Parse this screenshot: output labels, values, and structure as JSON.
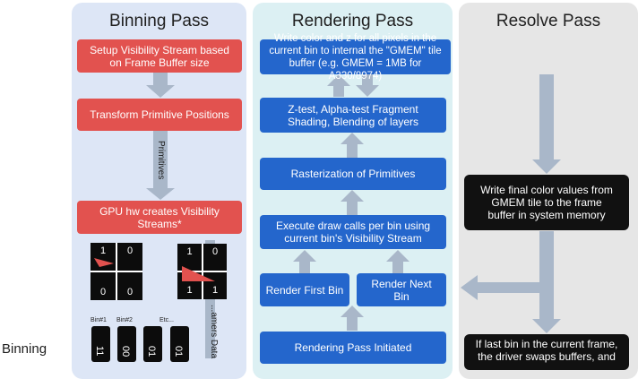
{
  "columns": {
    "binning": "Binning Pass",
    "rendering": "Rendering Pass",
    "resolve": "Resolve Pass"
  },
  "binning": {
    "setup": "Setup Visibility Stream based on Frame Buffer size",
    "transform": "Transform Primitive Positions",
    "primitives_label": "Primitives",
    "gpu": "GPU hw creates Visibility Streams*",
    "grid1": [
      "1",
      "0",
      "0",
      "0"
    ],
    "grid2": [
      "1",
      "0",
      "1",
      "1"
    ],
    "bins": [
      "Bin#1",
      "Bin#2",
      "Etc..."
    ],
    "streams": [
      "11",
      "00",
      "01",
      "01"
    ],
    "side_label": "...amers Data",
    "left_caption": "Binning"
  },
  "rendering": {
    "write": "Write color and z for all pixels in the current bin to internal the \"GMEM\" tile buffer (e.g. GMEM = 1MB for A330/8974)",
    "ztest": "Z-test, Alpha-test Fragment Shading, Blending of layers",
    "raster": "Rasterization of Primitives",
    "execute": "Execute draw calls per bin using current bin's Visibility Stream",
    "render_first": "Render First Bin",
    "render_next": "Render Next Bin",
    "initiated": "Rendering Pass Initiated"
  },
  "resolve": {
    "write_final": "Write final color values from GMEM tile to the frame buffer in system memory",
    "last_bin": "If last bin in the current frame, the driver swaps buffers, and"
  },
  "colors": {
    "binning_bg": "#dde6f6",
    "rendering_bg": "#dcf0f3",
    "resolve_bg": "#e6e6e6",
    "red": "#e2524f",
    "blue": "#2466cc",
    "black": "#111111",
    "arrow": "#a9b7c9"
  }
}
